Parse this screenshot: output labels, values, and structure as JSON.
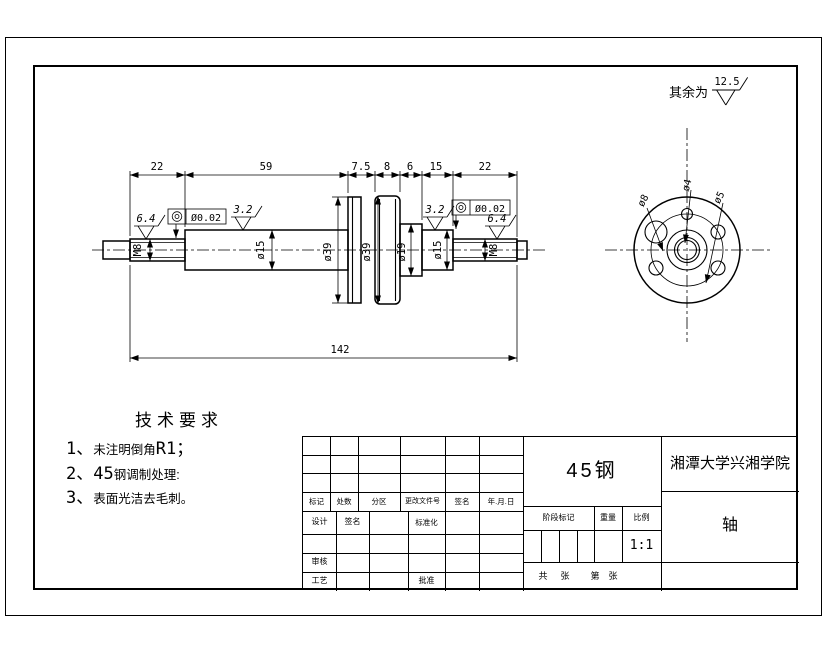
{
  "general_note": {
    "prefix": "其余为",
    "value": "12.5"
  },
  "front_view": {
    "dims_top": [
      "22",
      "59",
      "7.5",
      "8",
      "6",
      "15",
      "22"
    ],
    "dim_total": "142",
    "dia_15_left": "ø15",
    "dia_39_flange": "ø39",
    "dia_39_disc": "ø39",
    "dia_19": "ø19",
    "dia_15_right": "ø15",
    "thread_left": "M8",
    "thread_right": "M8",
    "rough_left": "6.4",
    "rough_mid_left": "3.2",
    "rough_mid_right": "3.2",
    "rough_right": "6.4",
    "tol_left": "Ø0.02",
    "tol_right": "Ø0.02"
  },
  "end_view": {
    "hole_big": "ø8",
    "hole_small": "ø4",
    "hole_mid": "ø5"
  },
  "tech": {
    "title": "技术要求",
    "line1_num": "1、",
    "line1_text": "未注明倒角",
    "line1_tail": "R1；",
    "line2_num": "2、45",
    "line2_text": "钢调制处理:",
    "line3_num": "3、",
    "line3_text": "表面光洁去毛刺。"
  },
  "title_block": {
    "material": "45钢",
    "school": "湘潭大学兴湘学院",
    "part_name": "轴",
    "scale_value": "1:1",
    "h_mark": "标记",
    "h_count": "处数",
    "h_zone": "分区",
    "h_change": "更改文件号",
    "h_sign": "签名",
    "h_date": "年.月.日",
    "r_design": "设计",
    "r_sign": "签名",
    "r_std": "标准化",
    "r_review": "审核",
    "r_process": "工艺",
    "r_approve": "批准",
    "stage": "阶段标记",
    "weight": "重量",
    "scale": "比例",
    "sheet_total": "共",
    "sheet_zhang1": "张",
    "sheet_no": "第",
    "sheet_zhang2": "张"
  }
}
